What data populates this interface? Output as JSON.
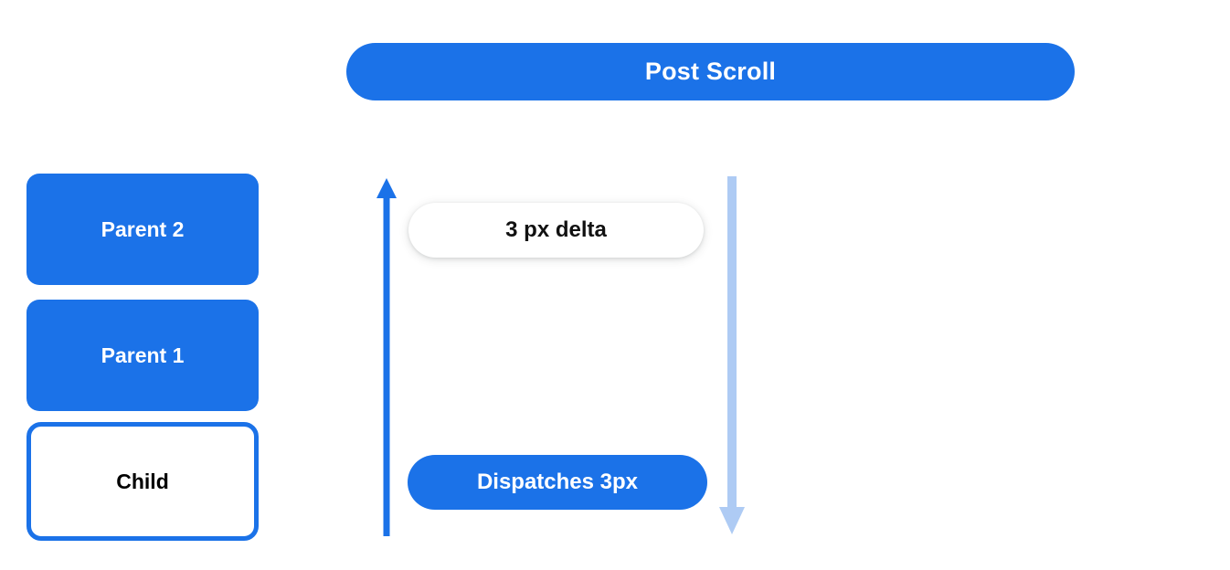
{
  "diagram": {
    "title": "Post Scroll",
    "background_color": "#ffffff",
    "accent_color": "#1b72e8",
    "muted_accent_color": "#aecbf4",
    "boxes": [
      {
        "label": "Parent 2",
        "style": "filled"
      },
      {
        "label": "Parent 1",
        "style": "filled"
      },
      {
        "label": "Child",
        "style": "outlined"
      }
    ],
    "chips": [
      {
        "label": "3 px delta",
        "style": "white-elevated"
      },
      {
        "label": "Dispatches 3px",
        "style": "blue-solid"
      }
    ],
    "arrows": [
      {
        "name": "scroll-up-arrow",
        "direction": "up",
        "color": "#1b72e8"
      },
      {
        "name": "scroll-down-arrow",
        "direction": "down",
        "color": "#aecbf4"
      }
    ]
  }
}
